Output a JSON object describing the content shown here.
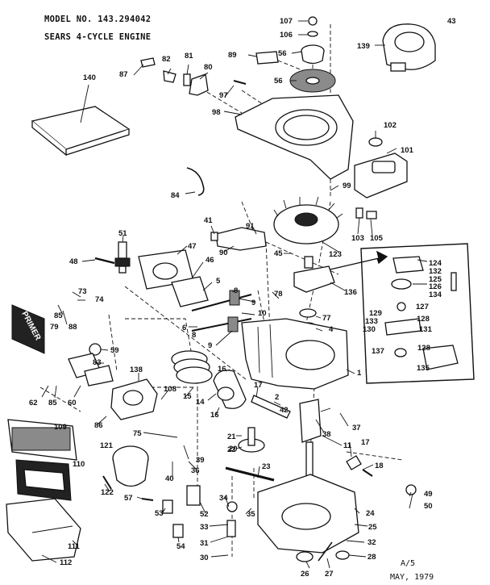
{
  "header": {
    "model_line": "MODEL NO. 143.294042",
    "engine_line": "SEARS 4-CYCLE ENGINE"
  },
  "footer": {
    "code": "A/5",
    "date": "MAY, 1979"
  },
  "primer_label": "PRIMER",
  "part_labels": [
    "107",
    "43",
    "106",
    "139",
    "89",
    "56",
    "82",
    "81",
    "80",
    "87",
    "140",
    "56",
    "97",
    "98",
    "102",
    "101",
    "99",
    "84",
    "41",
    "91",
    "103",
    "105",
    "51",
    "47",
    "90",
    "45",
    "123",
    "48",
    "46",
    "124",
    "132",
    "125",
    "5",
    "126",
    "73",
    "8",
    "134",
    "74",
    "78",
    "85",
    "127",
    "9",
    "136",
    "79",
    "88",
    "10",
    "77",
    "6",
    "129",
    "128",
    "133",
    "130",
    "131",
    "8",
    "4",
    "59",
    "9",
    "137",
    "128",
    "135",
    "16",
    "1",
    "83",
    "138",
    "14",
    "108",
    "15",
    "62",
    "85",
    "60",
    "17",
    "2",
    "42",
    "86",
    "37",
    "109",
    "16",
    "38",
    "75",
    "121",
    "20",
    "11",
    "17",
    "21",
    "22",
    "39",
    "110",
    "36",
    "18",
    "40",
    "23",
    "122",
    "57",
    "34",
    "49",
    "53",
    "52",
    "35",
    "50",
    "24",
    "33",
    "25",
    "111",
    "31",
    "54",
    "32",
    "30",
    "26",
    "27",
    "28",
    "112"
  ]
}
